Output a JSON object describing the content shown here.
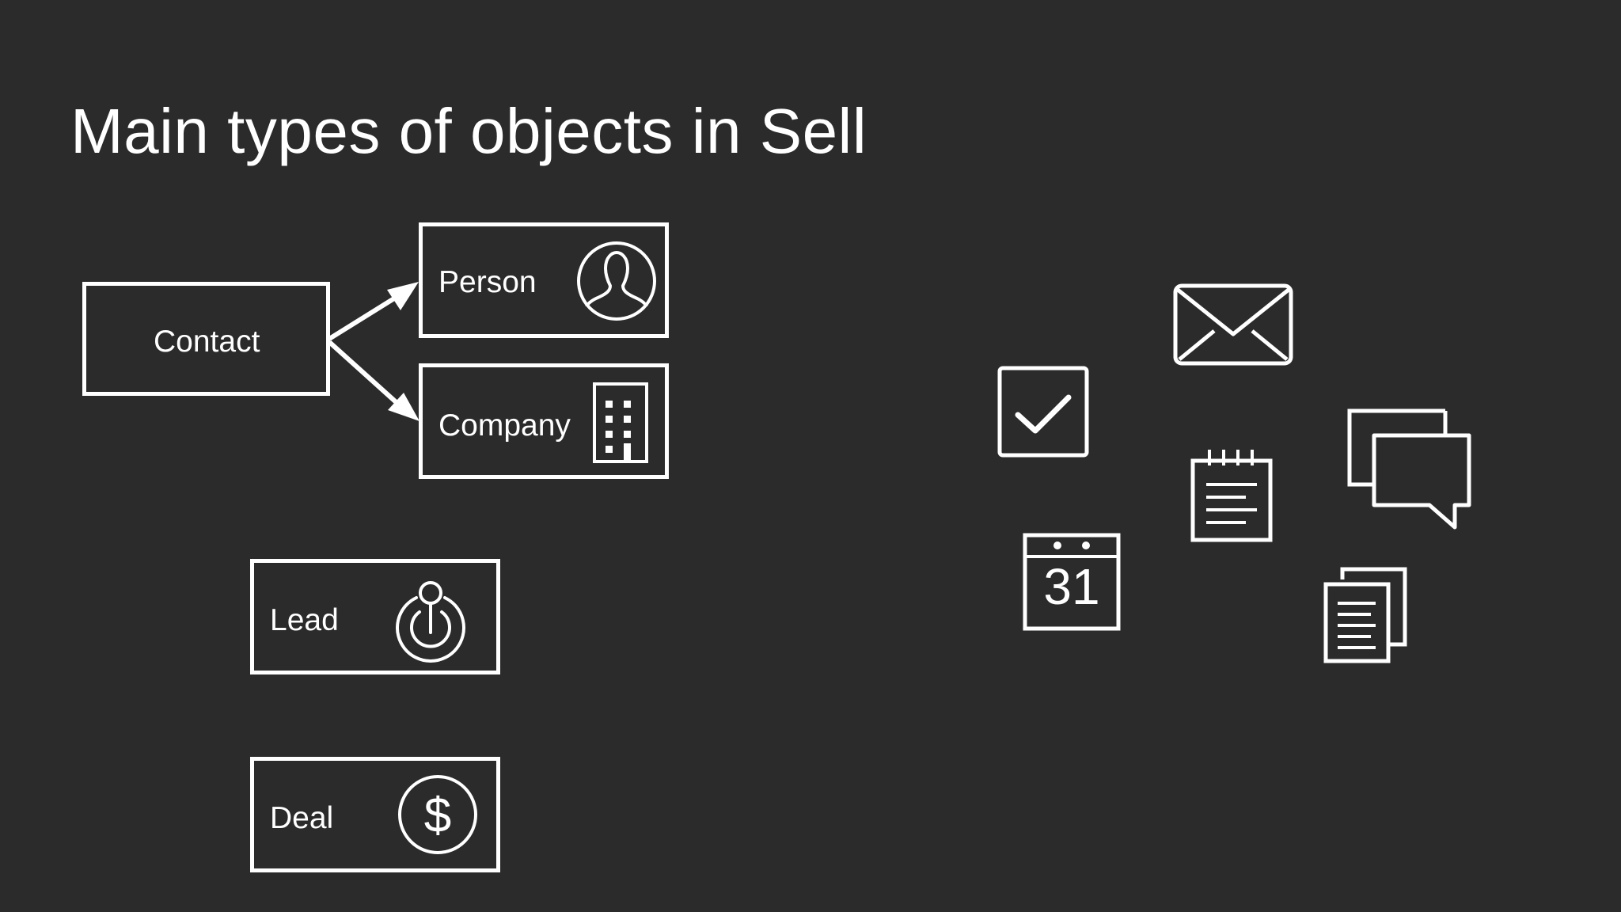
{
  "slide": {
    "title": "Main types of objects in Sell"
  },
  "objects": {
    "contact": {
      "label": "Contact"
    },
    "person": {
      "label": "Person",
      "icon": "person-icon"
    },
    "company": {
      "label": "Company",
      "icon": "building-icon"
    },
    "lead": {
      "label": "Lead",
      "icon": "lead-power-icon"
    },
    "deal": {
      "label": "Deal",
      "icon": "dollar-icon"
    }
  },
  "related_icons": {
    "task": "checkbox-icon",
    "email": "envelope-icon",
    "note": "notepad-icon",
    "calendar": {
      "icon": "calendar-icon",
      "day": "31"
    },
    "chat": "chat-bubbles-icon",
    "documents": "documents-icon"
  },
  "colors": {
    "background": "#2b2b2b",
    "foreground": "#ffffff"
  }
}
